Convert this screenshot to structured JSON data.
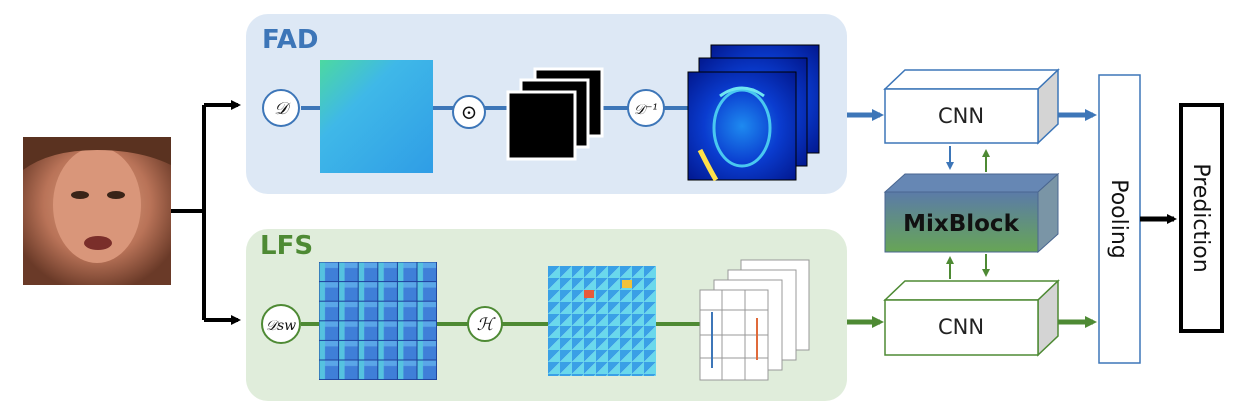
{
  "fad": {
    "title": "FAD",
    "op_dct": "𝒟",
    "op_dot": "⊙",
    "op_idct": "𝒟⁻¹",
    "cnn": "CNN"
  },
  "lfs": {
    "title": "LFS",
    "op_dsw": "𝒟sw",
    "op_h": "ℋ",
    "cnn": "CNN"
  },
  "mixblock": "MixBlock",
  "pooling": "Pooling",
  "prediction": "Prediction",
  "colors": {
    "fad_bg": "#dde8f5",
    "lfs_bg": "#e0eddb",
    "fad_accent": "#3d76b8",
    "lfs_accent": "#4e8a34",
    "mix_top": "#5b7ba8",
    "mix_bottom": "#67a556"
  }
}
